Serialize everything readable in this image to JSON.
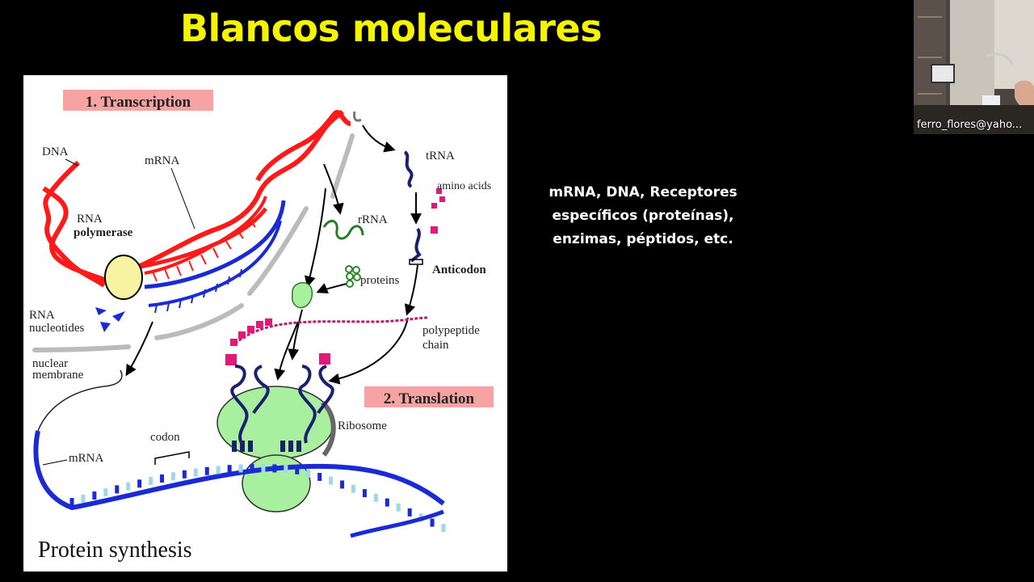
{
  "slide": {
    "title": "Blancos moleculares",
    "side_text": [
      "mRNA, DNA, Receptores",
      "específicos (proteínas),",
      "enzimas, péptidos, etc."
    ]
  },
  "figure": {
    "section_transcription": "1. Transcription",
    "section_translation": "2. Translation",
    "caption": "Protein synthesis",
    "labels": {
      "dna": "DNA",
      "mrna_top": "mRNA",
      "rna_polymerase_1": "RNA",
      "rna_polymerase_2": "polymerase",
      "rna_nucleotides_1": "RNA",
      "rna_nucleotides_2": "nucleotides",
      "nuclear_membrane_1": "nuclear",
      "nuclear_membrane_2": "membrane",
      "trna": "tRNA",
      "amino_acids": "amino acids",
      "rrna": "rRNA",
      "proteins": "proteins",
      "anticodon": "Anticodon",
      "polypeptide_1": "polypeptide",
      "polypeptide_2": "chain",
      "ribosome": "Ribosome",
      "codon": "codon",
      "mrna_bottom": "mRNA"
    },
    "colors": {
      "dna": "#ff1a1a",
      "mrna": "#1a2bd6",
      "ribosome": "#a8f0a0",
      "polymerase": "#f7f3a0",
      "section_box": "#f7a3a3",
      "amino_acid": "#e0197a",
      "trna": "#1a1f6e"
    }
  },
  "video_tile": {
    "participant_name": "ferro_flores@yaho..."
  }
}
